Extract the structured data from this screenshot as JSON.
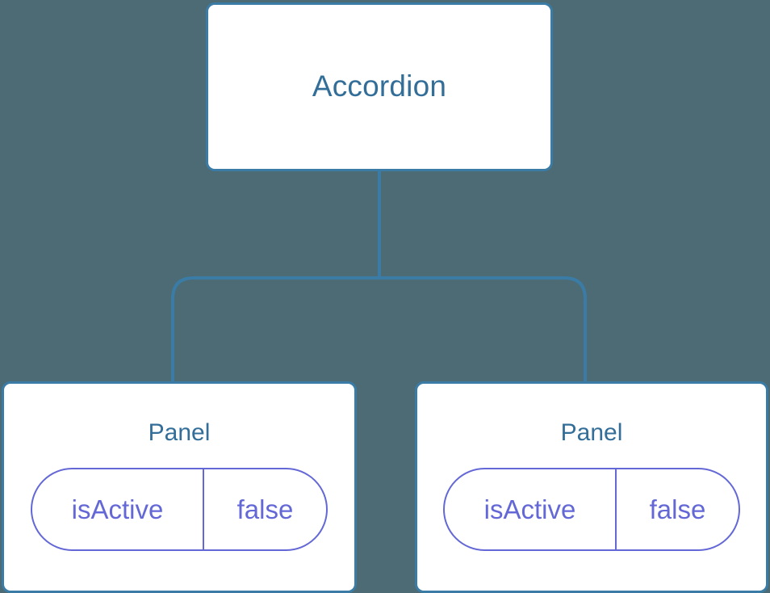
{
  "diagram": {
    "type": "component-tree",
    "background_color": "#4c6b74",
    "node_border_color": "#3a7ca5",
    "node_fill_color": "#ffffff",
    "node_title_color": "#336e99",
    "edge_color": "#3a7ca5",
    "prop_accent_color": "#6468d6"
  },
  "root": {
    "label": "Accordion"
  },
  "children": [
    {
      "label": "Panel",
      "props": [
        {
          "key": "isActive",
          "value": "false"
        }
      ]
    },
    {
      "label": "Panel",
      "props": [
        {
          "key": "isActive",
          "value": "false"
        }
      ]
    }
  ]
}
